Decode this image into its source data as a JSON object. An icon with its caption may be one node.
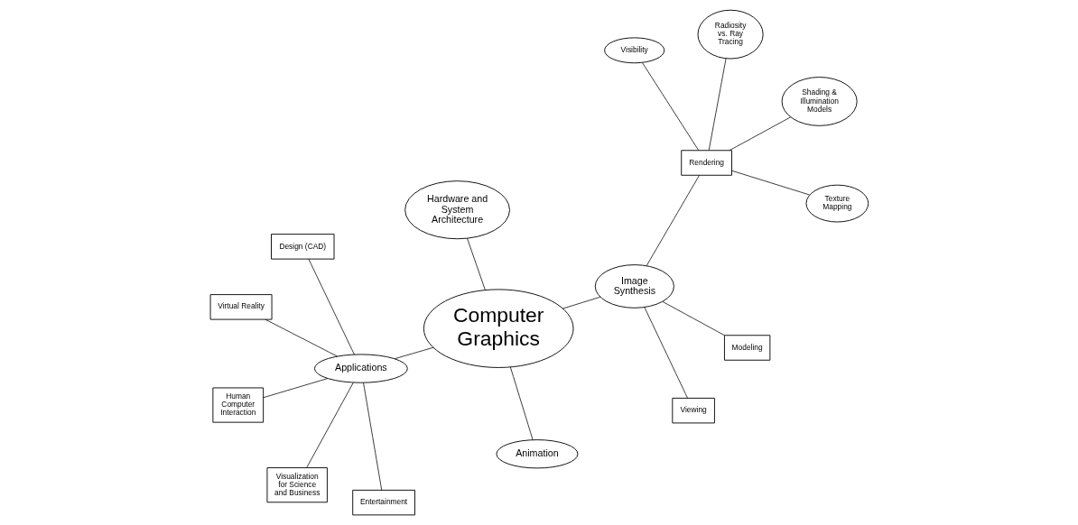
{
  "diagram": {
    "nodes": [
      {
        "text": [
          "Computer Graphics"
        ]
      },
      {
        "text": [
          "Hardware and System Architecture"
        ]
      },
      {
        "text": [
          "Applications"
        ]
      },
      {
        "text": [
          "Virtual Reality"
        ]
      },
      {
        "text": [
          "Design (CAD)"
        ]
      },
      {
        "text": [
          "Human Computer Interaction"
        ]
      },
      {
        "text": [
          "Visualization for Science and Business"
        ]
      },
      {
        "text": [
          "Entertainment"
        ]
      },
      {
        "text": [
          "Animation"
        ]
      },
      {
        "text": [
          "Image Synthesis"
        ]
      },
      {
        "text": [
          "Rendering"
        ]
      },
      {
        "text": [
          "Visibility"
        ]
      },
      {
        "text": [
          "Texture Mapping"
        ]
      },
      {
        "text": [
          "Shading & Illumination Models"
        ]
      },
      {
        "text": [
          "Radiosity vs. Ray Tracing"
        ]
      },
      {
        "text": [
          "Viewing"
        ]
      },
      {
        "text": [
          "Modeling"
        ]
      }
    ],
    "edges": [
      {
        "from": 0,
        "to": 1,
        "arrow": "none"
      },
      {
        "from": 0,
        "to": 2,
        "arrow": "none"
      },
      {
        "from": 0,
        "to": 8,
        "arrow": "none"
      },
      {
        "from": 0,
        "to": 9,
        "arrow": "none"
      },
      {
        "from": 2,
        "to": 3,
        "arrow": "none"
      },
      {
        "from": 2,
        "to": 4,
        "arrow": "none"
      },
      {
        "from": 2,
        "to": 5,
        "arrow": "none"
      },
      {
        "from": 2,
        "to": 6,
        "arrow": "none"
      },
      {
        "from": 2,
        "to": 7,
        "arrow": "none"
      },
      {
        "from": 9,
        "to": 10,
        "arrow": "none"
      },
      {
        "from": 9,
        "to": 15,
        "arrow": "none"
      },
      {
        "from": 9,
        "to": 16,
        "arrow": "none"
      },
      {
        "from": 10,
        "to": 11,
        "arrow": "none"
      },
      {
        "from": 10,
        "to": 12,
        "arrow": "none"
      },
      {
        "from": 10,
        "to": 13,
        "arrow": "none"
      },
      {
        "from": 10,
        "to": 14,
        "arrow": "none"
      }
    ]
  }
}
